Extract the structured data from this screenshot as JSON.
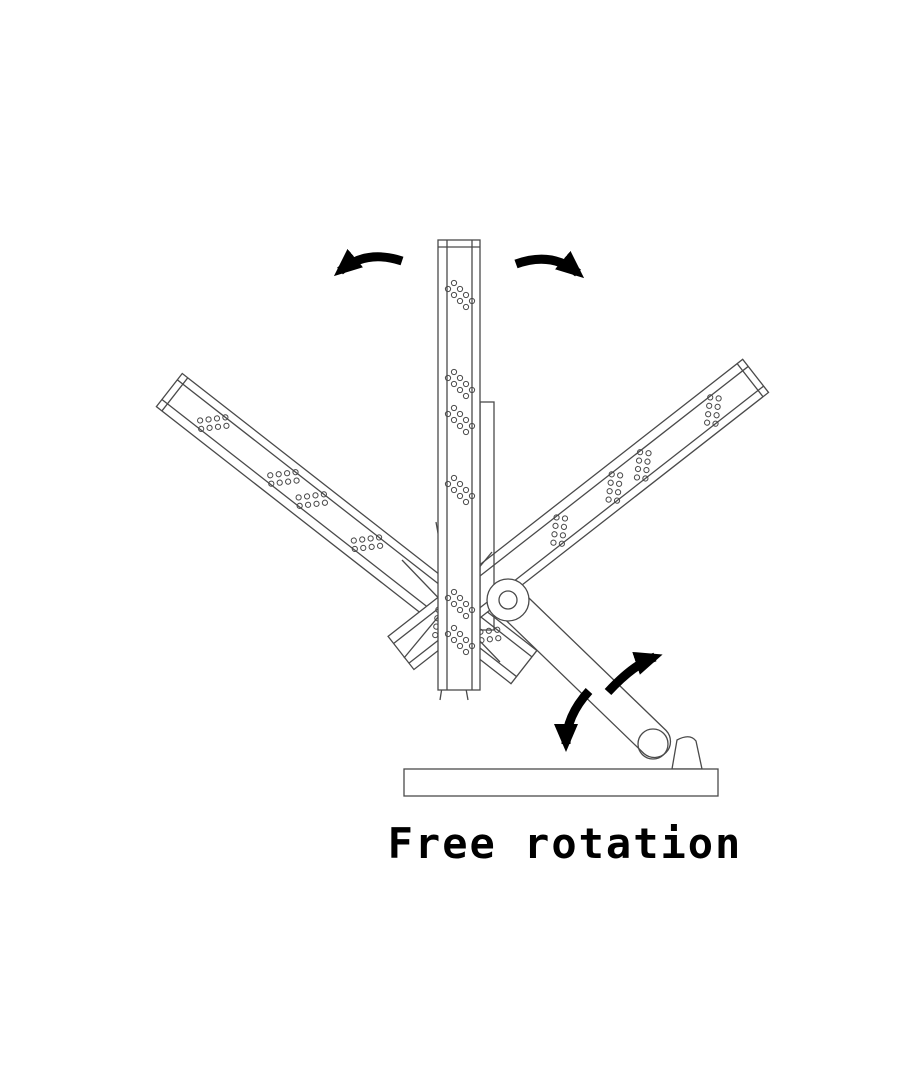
{
  "figure": {
    "caption": "Free rotation",
    "background_color": "#ffffff",
    "line_color": "#4a4a4a",
    "arrow_color": "#000000",
    "caption_font_size": 42,
    "elements": {
      "panel_positions": [
        "left-tilted",
        "center-upright",
        "right-tilted"
      ],
      "arrows": [
        "rotate-left-arrow",
        "rotate-right-arrow",
        "arm-up-arrow",
        "arm-down-arrow"
      ],
      "parts": [
        "perforated-panel",
        "pivot-joint",
        "support-arm",
        "base-plate",
        "foot-bracket"
      ]
    }
  }
}
